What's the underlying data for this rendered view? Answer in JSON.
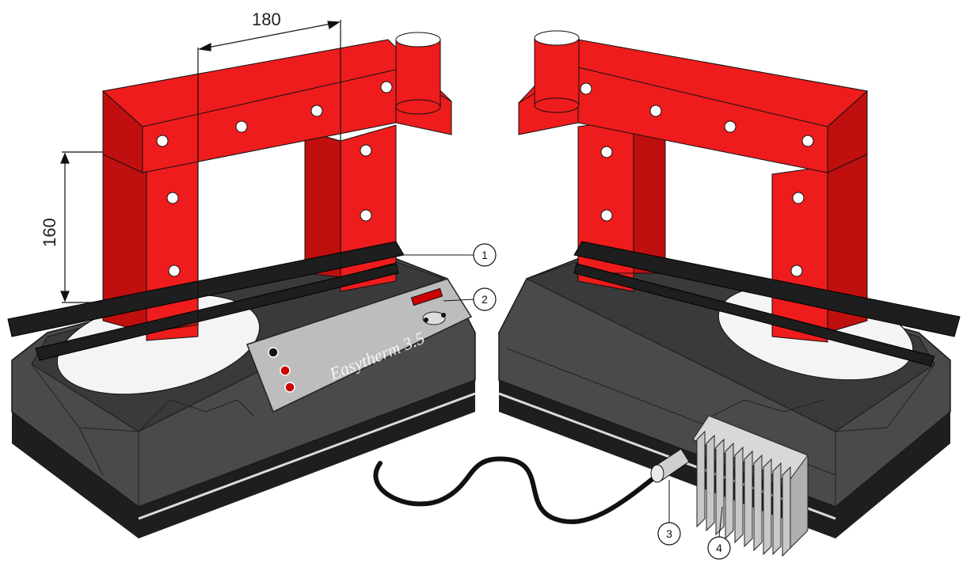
{
  "figure": {
    "dimensions": {
      "width_label": "180",
      "height_label": "160"
    },
    "device_label": "Easytherm 3.5",
    "callouts": [
      "1",
      "2",
      "3",
      "4"
    ],
    "colors": {
      "yoke_red": "#ee1c1c",
      "yoke_red_dark": "#c00f0f",
      "base_dark": "#4a4a4a",
      "base_darker": "#2b2b2b",
      "panel_grey": "#bdbdbd",
      "probe_grey": "#cfcfcf"
    },
    "icons": [
      "power-icon",
      "warning-icon",
      "temperature-icon",
      "heater-icon"
    ]
  }
}
